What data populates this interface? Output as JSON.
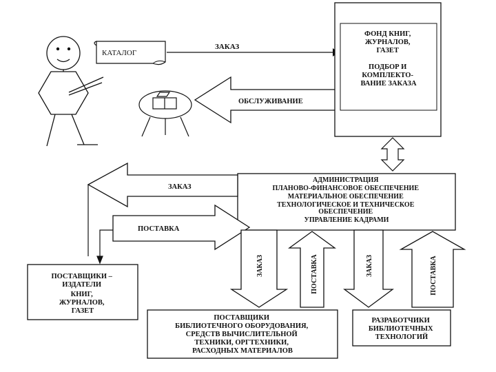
{
  "catalog": "КАТАЛОГ",
  "order_top": "ЗАКАЗ",
  "service": "ОБСЛУЖИВАНИЕ",
  "fund": [
    "ФОНД КНИГ,",
    "ЖУРНАЛОВ,",
    "ГАЗЕТ",
    "",
    "ПОДБОР И",
    "КОМПЛЕКТО-",
    "ВАНИЕ ЗАКАЗА"
  ],
  "admin": [
    "АДМИНИСТРАЦИЯ",
    "ПЛАНОВО-ФИНАНСОВОЕ ОБЕСПЕЧЕНИЕ",
    "МАТЕРИАЛЬНОЕ ОБЕСПЕЧЕНИЕ",
    "ТЕХНОЛОГИЧЕСКОЕ И ТЕХНИЧЕСКОЕ",
    "ОБЕСПЕЧЕНИЕ",
    "УПРАВЛЕНИЕ КАДРАМИ"
  ],
  "order_left": "ЗАКАЗ",
  "supply_left": "ПОСТАВКА",
  "publishers": [
    "ПОСТАВЩИКИ –",
    "ИЗДАТЕЛИ",
    "КНИГ,",
    "ЖУРНАЛОВ,",
    "ГАЗЕТ"
  ],
  "vertical": {
    "order1": "ЗАКАЗ",
    "supply1": "ПОСТАВКА",
    "order2": "ЗАКАЗ",
    "supply2": "ПОСТАВКА"
  },
  "equipment": [
    "ПОСТАВЩИКИ",
    "БИБЛИОТЕЧНОГО ОБОРУДОВАНИЯ,",
    "СРЕДСТВ ВЫЧИСЛИТЕЛЬНОЙ",
    "ТЕХНИКИ, ОРГТЕХНИКИ,",
    "РАСХОДНЫХ МАТЕРИАЛОВ"
  ],
  "developers": [
    "РАЗРАБОТЧИКИ",
    "БИБЛИОТЕЧНЫХ",
    "ТЕХНОЛОГИЙ"
  ]
}
